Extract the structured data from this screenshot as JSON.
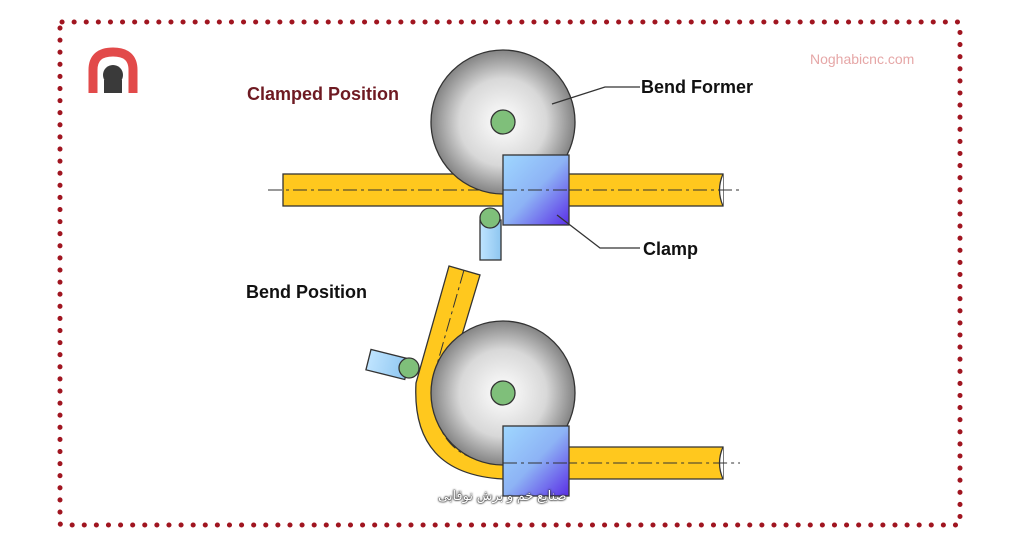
{
  "diagram": {
    "clamped_title": "Clamped Position",
    "bend_title": "Bend Position",
    "label_bend_former": "Bend Former",
    "label_clamp": "Clamp",
    "watermark_url": "Noghabicnc.com",
    "watermark_persian": "صنایع خم و برش نوقابی"
  },
  "colors": {
    "frame_dots": "#a01520",
    "tube": "#ffc81e",
    "clamp": "#6b6bf0",
    "roller": "#a8d8a0",
    "logo_red": "#e24a4a",
    "logo_dark": "#3a3a3a"
  }
}
